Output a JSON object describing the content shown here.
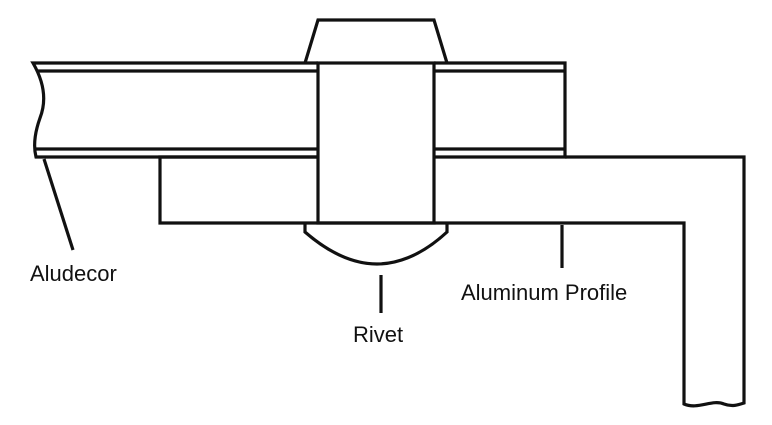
{
  "labels": {
    "aludecor": "Aludecor",
    "rivet": "Rivet",
    "aluminum_profile": "Aluminum Profile"
  },
  "colors": {
    "line": "#111111",
    "background": "#ffffff"
  }
}
